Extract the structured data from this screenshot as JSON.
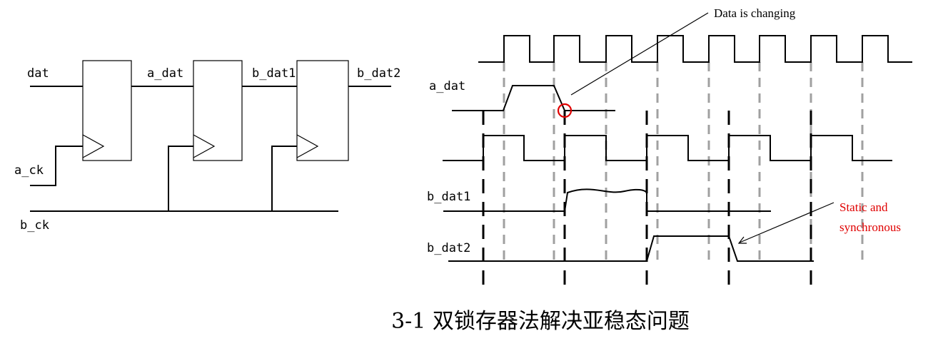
{
  "circuit": {
    "inputs": {
      "dat": "dat",
      "a_ck": "a_ck",
      "b_ck": "b_ck"
    },
    "nets": {
      "a_dat": "a_dat",
      "b_dat1": "b_dat1",
      "b_dat2": "b_dat2"
    }
  },
  "timing": {
    "signals": [
      "a_dat",
      "b_dat1",
      "b_dat2"
    ],
    "annotations": {
      "changing": "Data is changing",
      "static_line1": "Static and",
      "static_line2": "synchronous"
    },
    "colors": {
      "highlight": "#e00000",
      "gray_grid": "#a0a0a0",
      "text_red": "#e00000"
    }
  },
  "caption": "3-1 双锁存器法解决亚稳态问题"
}
